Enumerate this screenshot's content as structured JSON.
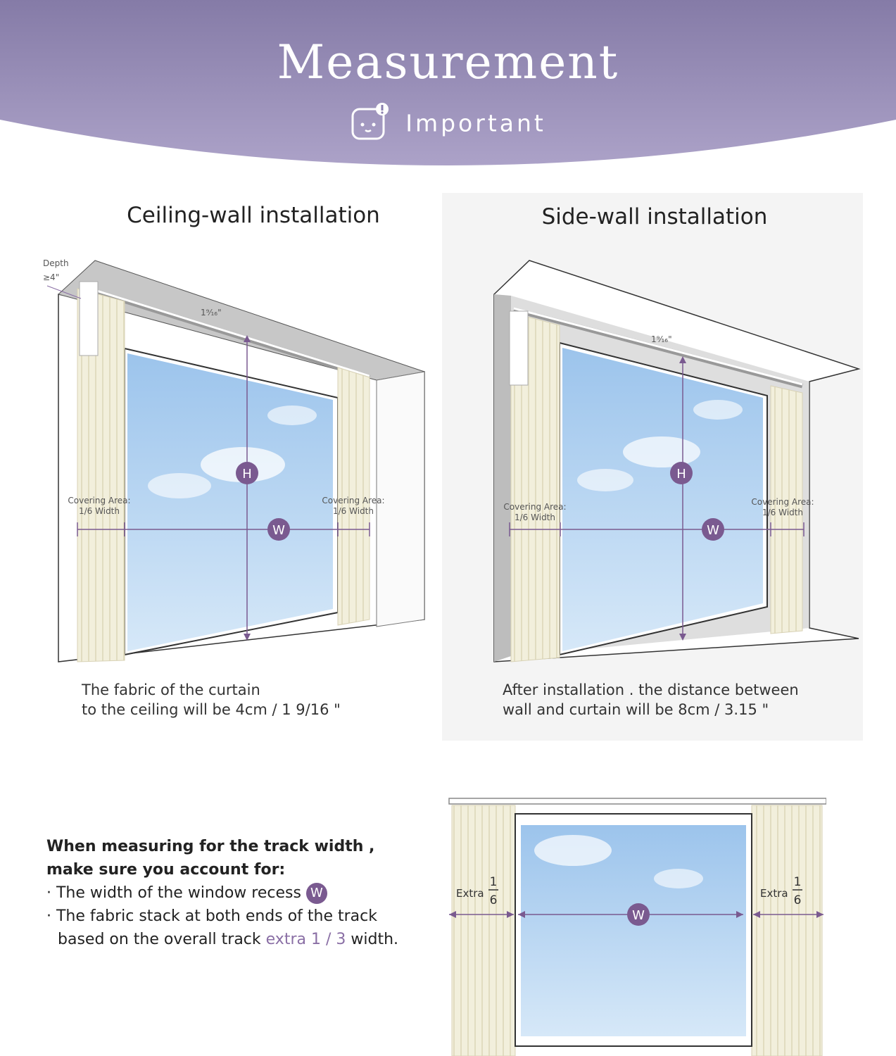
{
  "header": {
    "title": "Measurement",
    "badge_label": "Important",
    "badge_icon": "notice-face-icon",
    "gradient_top": "#857ba7",
    "gradient_bottom": "#aca2c8"
  },
  "ceiling": {
    "title": "Ceiling-wall installation",
    "depth_label": "Depth",
    "depth_value": "≥4\"",
    "gap_label": "1⁹⁄₁₆\"",
    "h_label": "H",
    "w_label": "W",
    "covering_label": "Covering Area:",
    "covering_value": "1/6 Width",
    "caption_line1": "The fabric of the curtain",
    "caption_line2": "to the ceiling will be 4cm / 1 9/16 \""
  },
  "side": {
    "title": "Side-wall installation",
    "gap_label": "1⁹⁄₁₆\"",
    "h_label": "H",
    "w_label": "W",
    "covering_label": "Covering Area:",
    "covering_value": "1/6 Width",
    "caption_line1": "After installation . the distance between",
    "caption_line2": "wall and curtain will be 8cm / 3.15 \""
  },
  "track": {
    "heading_line1": "When measuring for the track width ,",
    "heading_line2": "make sure you account for:",
    "bullet1": "· The width of the window recess",
    "bullet1_badge": "W",
    "bullet2": "· The fabric stack at both ends of the track",
    "bullet3_pre": "based on the overall track",
    "bullet3_accent": "extra 1 / 3",
    "bullet3_post": "width.",
    "extra_label": "Extra",
    "fraction_num": "1",
    "fraction_den": "6",
    "w_label": "W"
  },
  "colors": {
    "accent": "#7a5a90",
    "curtain": "#f2efdc",
    "sky_top": "#9cc4ec",
    "sky_bottom": "#d6e8f8",
    "wall_shadow": "#bfbfbf"
  }
}
